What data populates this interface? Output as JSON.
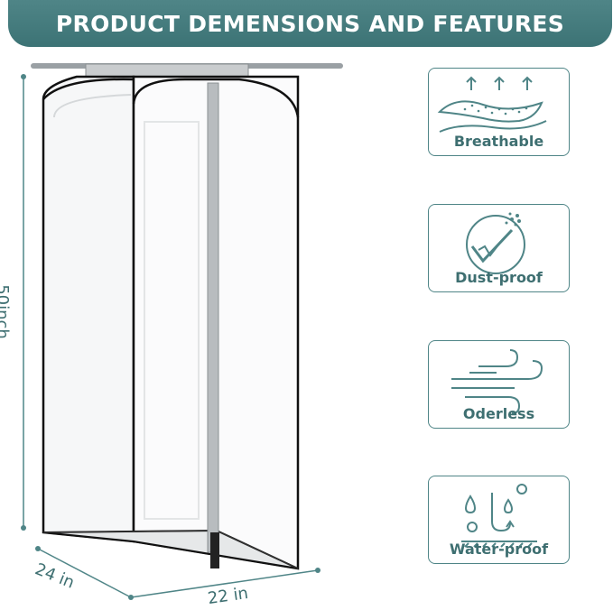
{
  "banner": {
    "title": "PRODUCT DEMENSIONS AND FEATURES"
  },
  "dimensions": {
    "height": "50inch",
    "depth": "24 in",
    "width": "22 in"
  },
  "features": [
    {
      "label": "Breathable",
      "icon": "breathable-fabric-icon"
    },
    {
      "label": "Dust-proof",
      "icon": "dust-proof-icon"
    },
    {
      "label": "Oderless",
      "icon": "odorless-wind-icon"
    },
    {
      "label": "Water-proof",
      "icon": "water-proof-icon"
    }
  ],
  "colors": {
    "accent": "#4f8587",
    "text": "#3e6f71",
    "outline": "#111111"
  }
}
